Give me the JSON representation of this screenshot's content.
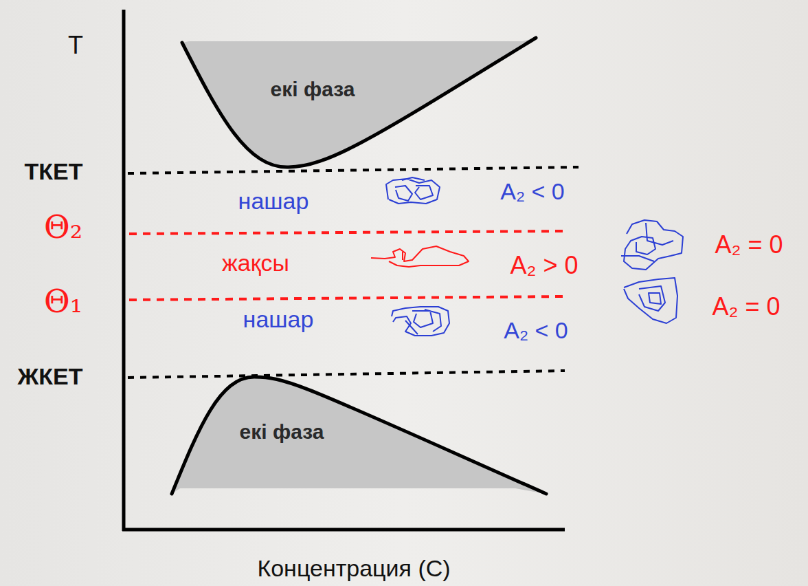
{
  "diagram": {
    "nodes": [
      {
        "text": [
          "екі фаза"
        ]
      },
      {
        "text": [
          "екі фаза"
        ]
      }
    ],
    "labels": [
      "T",
      "ТКЕТ",
      "нашар",
      "A₂ < 0",
      "Θ₂",
      "A₂ = 0",
      "жақсы",
      "A₂ > 0",
      "Θ₁",
      "A₂ = 0",
      "нашар",
      "A₂ < 0",
      "ЖКЕТ",
      "Концентрация (С)"
    ]
  }
}
